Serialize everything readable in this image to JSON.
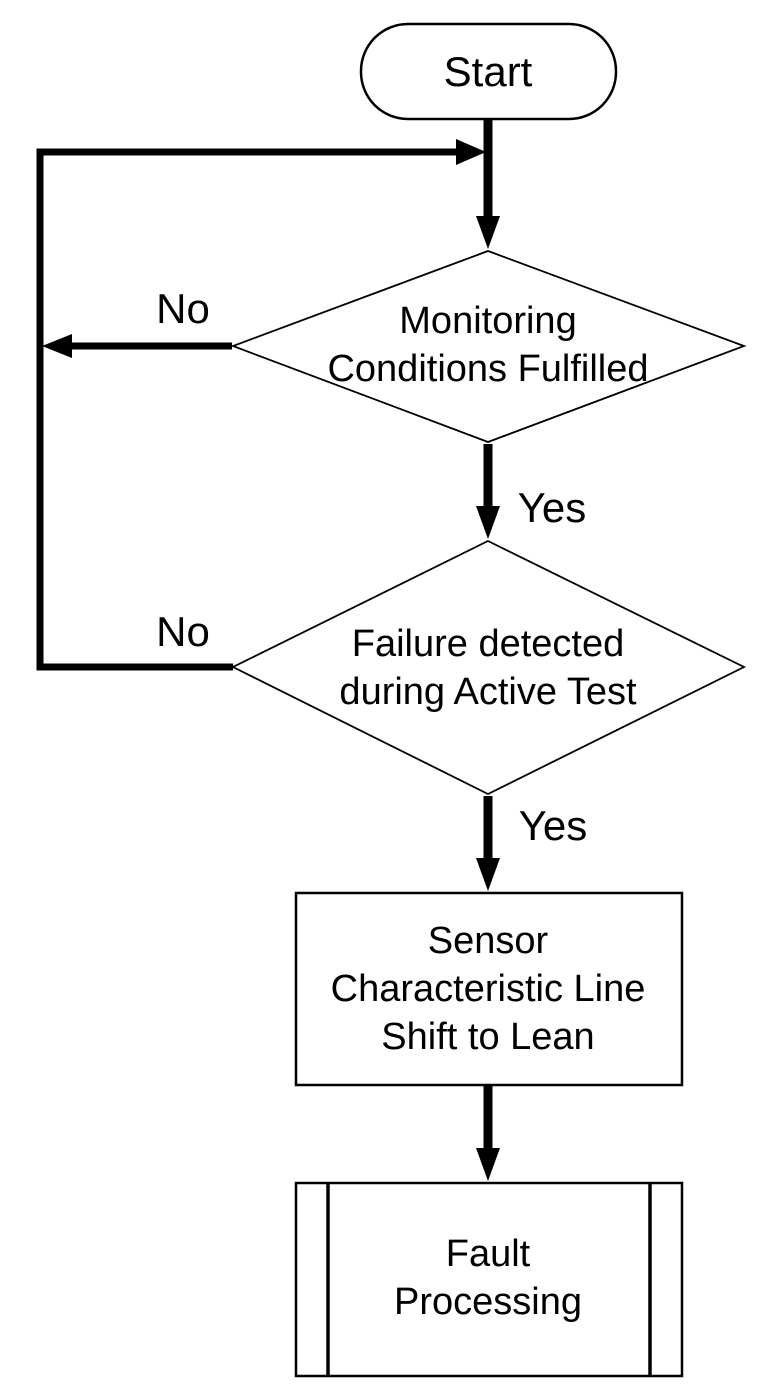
{
  "diagram": {
    "type": "flowchart",
    "background_color": "#ffffff",
    "line_color": "#000000",
    "nodes": {
      "start": {
        "shape": "terminator",
        "label": "Start",
        "lines": [
          "Start"
        ]
      },
      "decision1": {
        "shape": "decision",
        "label": "Monitoring Conditions Fulfilled",
        "lines": [
          "Monitoring",
          "Conditions Fulfilled"
        ]
      },
      "decision2": {
        "shape": "decision",
        "label": "Failure detected during Active Test",
        "lines": [
          "Failure detected",
          "during Active Test"
        ]
      },
      "process1": {
        "shape": "process",
        "label": "Sensor Characteristic Line Shift to Lean",
        "lines": [
          "Sensor",
          "Characteristic Line",
          "Shift to Lean"
        ]
      },
      "process2": {
        "shape": "predefined-process",
        "label": "Fault Processing",
        "lines": [
          "Fault",
          "Processing"
        ]
      }
    },
    "edge_labels": {
      "decision1_no": "No",
      "decision1_yes": "Yes",
      "decision2_no": "No",
      "decision2_yes": "Yes"
    },
    "edges": [
      {
        "from": "start",
        "to": "decision1",
        "label": ""
      },
      {
        "from": "decision1",
        "to": "loop-left",
        "label": "No"
      },
      {
        "from": "decision1",
        "to": "decision2",
        "label": "Yes"
      },
      {
        "from": "decision2",
        "to": "loop-left",
        "label": "No"
      },
      {
        "from": "decision2",
        "to": "process1",
        "label": "Yes"
      },
      {
        "from": "process1",
        "to": "process2",
        "label": ""
      },
      {
        "from": "loop-left",
        "to": "decision1",
        "label": ""
      }
    ]
  }
}
